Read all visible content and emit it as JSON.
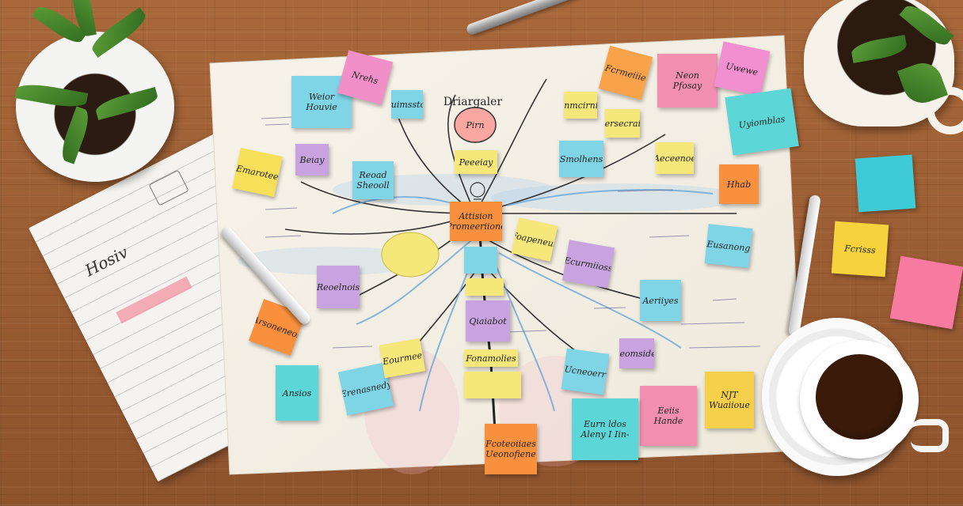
{
  "scene": {
    "description_free": true
  },
  "mindmap": {
    "center_title": "Driargaler",
    "center_bubble": "Pirn",
    "central_note": "Attision Promeeriione",
    "notes": [
      {
        "id": "n1",
        "text": "Weior Houvie",
        "color": "#7fd4e6"
      },
      {
        "id": "n2",
        "text": "Nrehs",
        "color": "#f08fc8"
      },
      {
        "id": "n3",
        "text": "Neon Pfosay",
        "color": "#f28fb0"
      },
      {
        "id": "n4",
        "text": "Fcrmeiiie",
        "color": "#f8a34a"
      },
      {
        "id": "n5",
        "text": "Uwewe",
        "color": "#f28fd0"
      },
      {
        "id": "n6",
        "text": "Uyiomblas",
        "color": "#5cd6d6"
      },
      {
        "id": "n7",
        "text": "Emarotee",
        "color": "#f6e05a"
      },
      {
        "id": "n8",
        "text": "Beiay",
        "color": "#c9a3e0"
      },
      {
        "id": "n9",
        "text": "Reoad Sheooll",
        "color": "#7fd4e6"
      },
      {
        "id": "n10",
        "text": "Peeeiay",
        "color": "#f6e77a"
      },
      {
        "id": "n11",
        "text": "Bruimsstcrs",
        "color": "#7fd4e6"
      },
      {
        "id": "n12",
        "text": "Fonmcirnies",
        "color": "#f6e77a"
      },
      {
        "id": "n13",
        "text": "Hhab",
        "color": "#f8903e"
      },
      {
        "id": "n14",
        "text": "Smolhens",
        "color": "#7fd4e6"
      },
      {
        "id": "n15",
        "text": "Eusanong",
        "color": "#7fd4e6"
      },
      {
        "id": "n16",
        "text": "Foersecraiee",
        "color": "#f6e77a"
      },
      {
        "id": "n17",
        "text": "Aeceenoe",
        "color": "#f6e77a"
      },
      {
        "id": "n18",
        "text": "Ecurmiioss",
        "color": "#c9a3e0"
      },
      {
        "id": "n19",
        "text": "Aeriiyes",
        "color": "#7fd4e6"
      },
      {
        "id": "n20",
        "text": "Reoelnois",
        "color": "#c9a3e0"
      },
      {
        "id": "n21",
        "text": "Arsoneneos",
        "color": "#f8903e"
      },
      {
        "id": "n22",
        "text": "Foapeneus",
        "color": "#f6e77a"
      },
      {
        "id": "n23",
        "text": "Qiaiabot",
        "color": "#c9a3e0"
      },
      {
        "id": "n24",
        "text": "Erenasnedy",
        "color": "#7fd4e6"
      },
      {
        "id": "n25",
        "text": "Eourmee",
        "color": "#f6e77a"
      },
      {
        "id": "n26",
        "text": "Fonamolies",
        "color": "#f6e77a"
      },
      {
        "id": "n27",
        "text": "Ucneoerr",
        "color": "#7fd4e6"
      },
      {
        "id": "n28",
        "text": "Deomsides",
        "color": "#c9a3e0"
      },
      {
        "id": "n29",
        "text": "Eeiis Hande",
        "color": "#f28fb0"
      },
      {
        "id": "n30",
        "text": "NJT Wuaiioue",
        "color": "#f6d04a"
      },
      {
        "id": "n31",
        "text": "Eurn ldos Aleny I Iin-",
        "color": "#5cd6d6"
      },
      {
        "id": "n32",
        "text": "Fcoteoiiaes Ueonofiene",
        "color": "#f8903e"
      },
      {
        "id": "n33",
        "text": "Ansios",
        "color": "#7fd4e6"
      }
    ]
  },
  "desk_notes": {
    "forms_label": "Fcrisss"
  },
  "notebook": {
    "title": "Hosiv"
  }
}
